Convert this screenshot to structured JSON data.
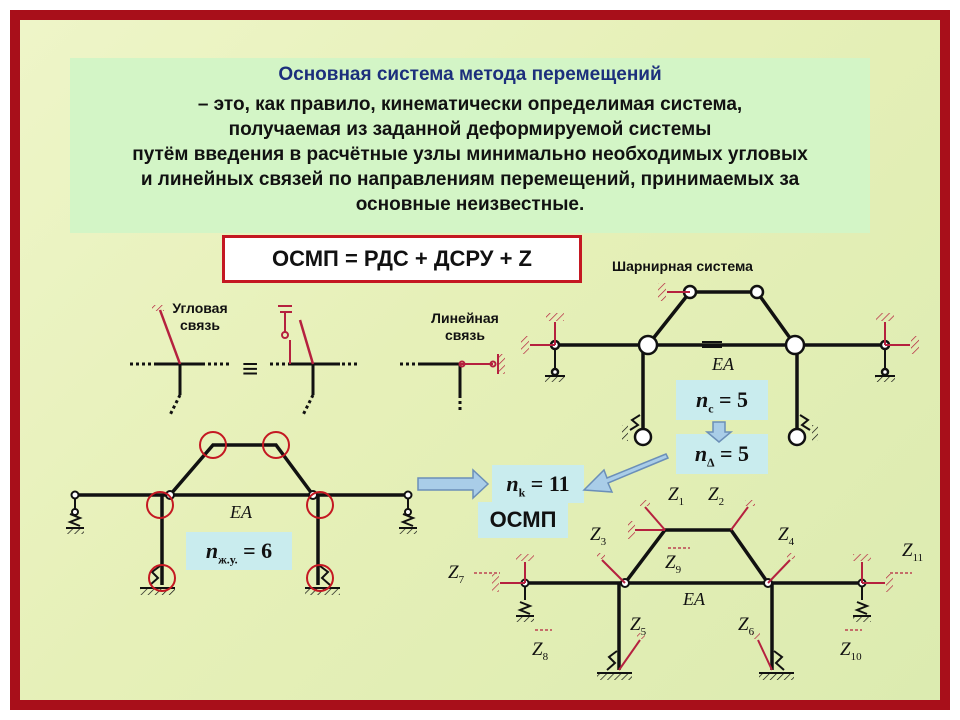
{
  "definition": {
    "title": "Основная система метода перемещений",
    "lines": [
      "– это, как правило, кинематически определимая система,",
      "получаемая из заданной деформируемой системы",
      "путём введения в расчётные узлы минимально необходимых угловых",
      "и линейных связей по направлениям перемещений, принимаемых за",
      "основные неизвестные."
    ]
  },
  "formula": "ОСМП = РДС + ДСРУ + Z",
  "labels": {
    "angular_line1": "Угловая",
    "angular_line2": "связь",
    "equiv": "≡",
    "linear_line1": "Линейная",
    "linear_line2": "связь",
    "hinge_system": "Шарнирная система",
    "ea": "EA",
    "osmp": "ОСМП"
  },
  "counts": {
    "n_c": {
      "symbol": "n",
      "sub": "c",
      "value": "= 5"
    },
    "n_delta": {
      "symbol": "n",
      "sub": "∆",
      "value": "= 5"
    },
    "n_k": {
      "symbol": "n",
      "sub": "k",
      "value": "= 11"
    },
    "n_zhu": {
      "symbol": "n",
      "sub": "ж.у.",
      "value": "= 6"
    }
  },
  "unknowns": [
    {
      "letter": "Z",
      "sub": "1"
    },
    {
      "letter": "Z",
      "sub": "2"
    },
    {
      "letter": "Z",
      "sub": "3"
    },
    {
      "letter": "Z",
      "sub": "4"
    },
    {
      "letter": "Z",
      "sub": "5"
    },
    {
      "letter": "Z",
      "sub": "6"
    },
    {
      "letter": "Z",
      "sub": "7"
    },
    {
      "letter": "Z",
      "sub": "8"
    },
    {
      "letter": "Z",
      "sub": "9"
    },
    {
      "letter": "Z",
      "sub": "10"
    },
    {
      "letter": "Z",
      "sub": "11"
    }
  ],
  "colors": {
    "frame": "#a80f1a",
    "constraint": "#b5213f",
    "box": "#c9ecee",
    "definition_bg": "#d3f5c6",
    "title": "#1c2f7c"
  }
}
